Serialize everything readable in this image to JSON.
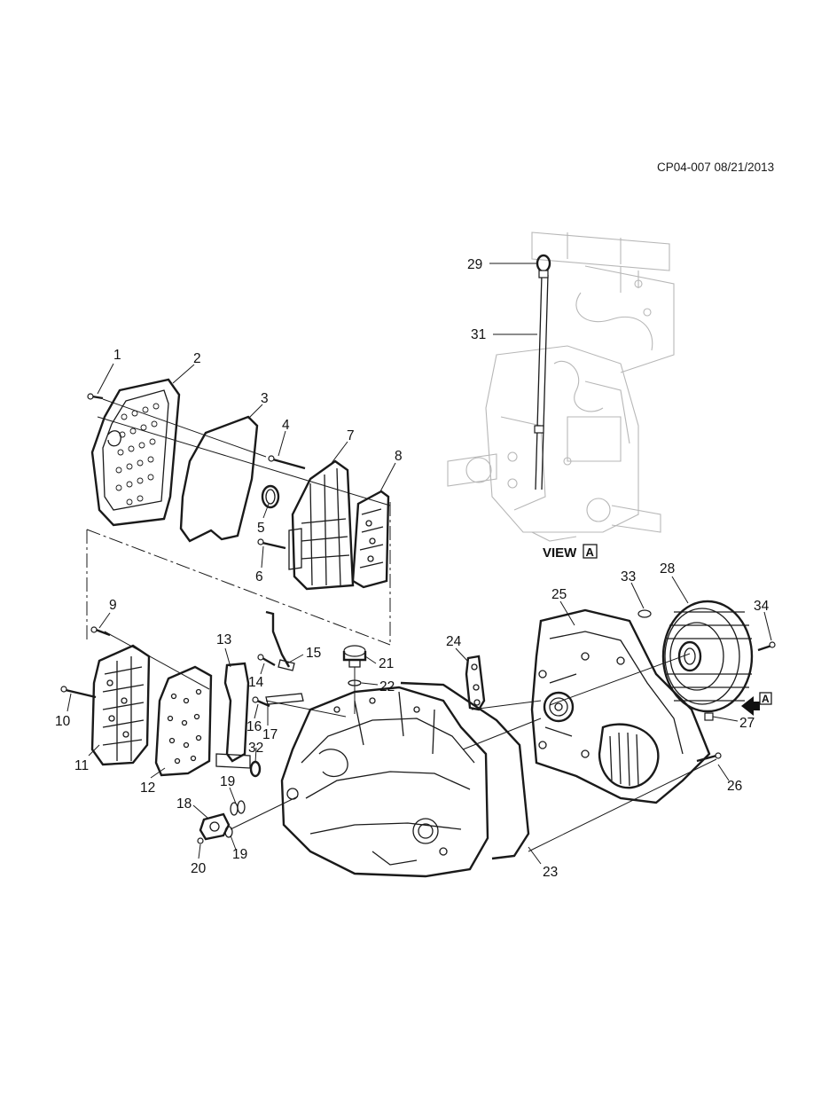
{
  "reference": "CP04-007 08/21/2013",
  "view": {
    "label": "VIEW",
    "tag": "A"
  },
  "arrow_tag": "A",
  "callouts": [
    "1",
    "2",
    "3",
    "4",
    "5",
    "6",
    "7",
    "8",
    "9",
    "10",
    "11",
    "12",
    "13",
    "14",
    "15",
    "16",
    "17",
    "18",
    "19",
    "19",
    "20",
    "21",
    "22",
    "23",
    "24",
    "25",
    "26",
    "27",
    "28",
    "29",
    "31",
    "32",
    "33",
    "34"
  ]
}
